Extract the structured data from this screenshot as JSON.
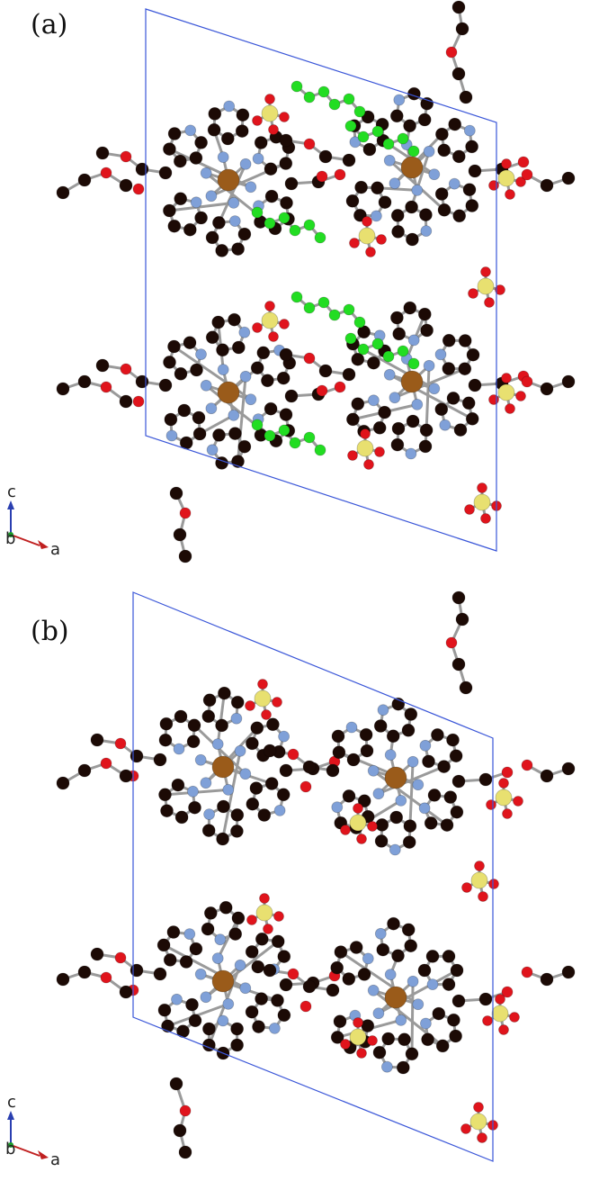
{
  "panels": [
    {
      "id": "a",
      "label": "(a)"
    },
    {
      "id": "b",
      "label": "(b)"
    }
  ],
  "axes": {
    "c_label": "c",
    "b_label": "b",
    "a_label": "a"
  },
  "colors": {
    "cell_edge": "#3a56d8",
    "bond": "#9a9a9a",
    "carbon": "#1c0a05",
    "oxygen": "#e0141c",
    "nitrogen": "#7fa0d8",
    "iron": "#9a5b1a",
    "sulfur": "#e8e070",
    "disordered": "#22dd22"
  }
}
